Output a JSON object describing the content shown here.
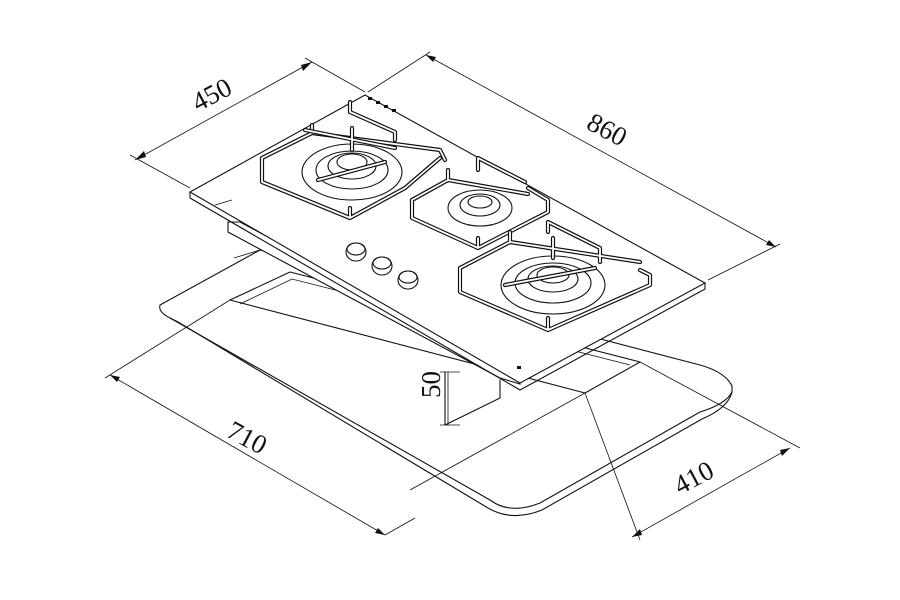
{
  "dimensions": {
    "depth_top": "450",
    "width_top": "860",
    "height": "50",
    "cutout_width": "710",
    "cutout_depth": "410"
  },
  "product": {
    "burners": 3,
    "knobs": 3
  }
}
